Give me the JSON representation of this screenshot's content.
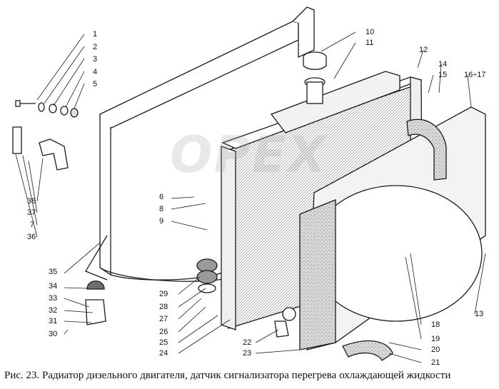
{
  "caption": "Рис. 23. Радиатор дизельного двигателя, датчик сигнализатора перегрева охлаждающей жидкости",
  "watermark": "OPEX",
  "callouts": [
    "1",
    "2",
    "3",
    "4",
    "5",
    "6",
    "7",
    "8",
    "9",
    "10",
    "11",
    "12",
    "13",
    "14",
    "15",
    "16÷17",
    "18",
    "19",
    "20",
    "21",
    "22",
    "23",
    "24",
    "25",
    "26",
    "27",
    "28",
    "29",
    "30",
    "31",
    "32",
    "33",
    "34",
    "35",
    "36",
    "37",
    "38"
  ],
  "colors": {
    "line": "#1a1a1a",
    "paper": "#ffffff",
    "shade": "#bdbdbd",
    "dark": "#6e6e6e"
  }
}
